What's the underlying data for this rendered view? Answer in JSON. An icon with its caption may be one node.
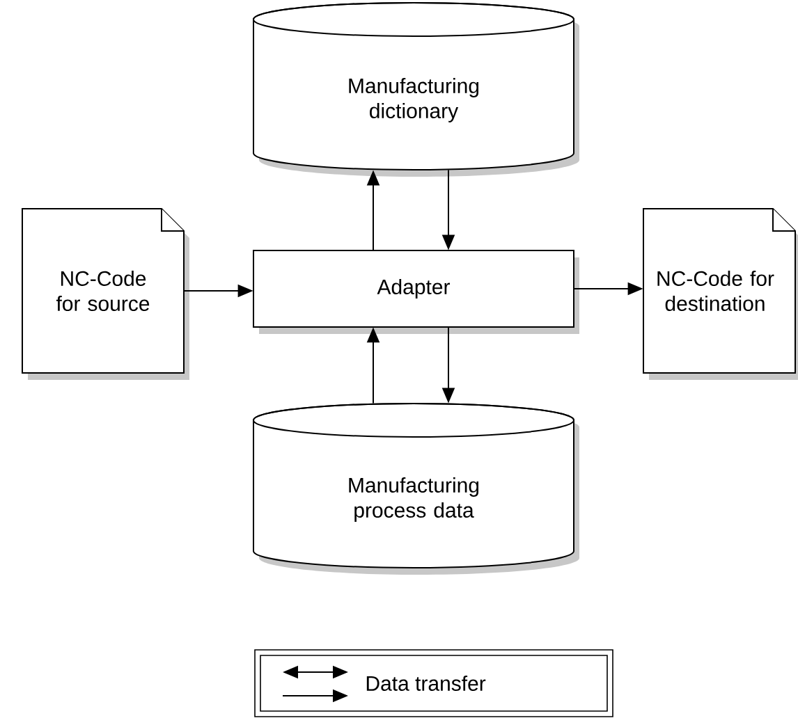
{
  "diagram": {
    "nodes": [
      {
        "text": [
          "Manufacturing dictionary"
        ]
      },
      {
        "text": [
          "NC-Code for source"
        ]
      },
      {
        "text": [
          "Adapter"
        ]
      },
      {
        "text": [
          "NC-Code for destination"
        ]
      },
      {
        "text": [
          "Manufacturing process data"
        ]
      }
    ],
    "edges": [
      {
        "from": 1,
        "to": 2,
        "arrow": "to"
      },
      {
        "from": 2,
        "to": 3,
        "arrow": "to"
      },
      {
        "from": 2,
        "to": 0,
        "arrow": "to"
      },
      {
        "from": 0,
        "to": 2,
        "arrow": "to"
      },
      {
        "from": 4,
        "to": 2,
        "arrow": "to"
      },
      {
        "from": 2,
        "to": 4,
        "arrow": "to"
      }
    ],
    "legend": [
      {
        "text": "Data transfer"
      }
    ]
  }
}
